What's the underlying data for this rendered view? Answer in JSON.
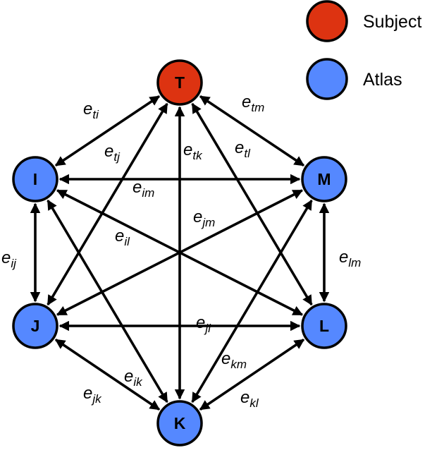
{
  "colors": {
    "subject": "#dd3311",
    "atlas": "#5588ff"
  },
  "legend": [
    {
      "kind": "subject",
      "label": "Subject"
    },
    {
      "kind": "atlas",
      "label": "Atlas"
    }
  ],
  "nodes": [
    {
      "id": "T",
      "label": "T",
      "kind": "subject"
    },
    {
      "id": "I",
      "label": "I",
      "kind": "atlas"
    },
    {
      "id": "M",
      "label": "M",
      "kind": "atlas"
    },
    {
      "id": "J",
      "label": "J",
      "kind": "atlas"
    },
    {
      "id": "L",
      "label": "L",
      "kind": "atlas"
    },
    {
      "id": "K",
      "label": "K",
      "kind": "atlas"
    }
  ],
  "edges": [
    {
      "from": "T",
      "to": "I",
      "label": "e",
      "sub": "ti"
    },
    {
      "from": "T",
      "to": "M",
      "label": "e",
      "sub": "tm"
    },
    {
      "from": "T",
      "to": "J",
      "label": "e",
      "sub": "tj"
    },
    {
      "from": "T",
      "to": "K",
      "label": "e",
      "sub": "tk"
    },
    {
      "from": "T",
      "to": "L",
      "label": "e",
      "sub": "tl"
    },
    {
      "from": "I",
      "to": "M",
      "label": "e",
      "sub": "im"
    },
    {
      "from": "M",
      "to": "J",
      "label": "e",
      "sub": "jm"
    },
    {
      "from": "I",
      "to": "L",
      "label": "e",
      "sub": "il"
    },
    {
      "from": "I",
      "to": "J",
      "label": "e",
      "sub": "ij"
    },
    {
      "from": "M",
      "to": "L",
      "label": "e",
      "sub": "lm"
    },
    {
      "from": "J",
      "to": "L",
      "label": "e",
      "sub": "jl"
    },
    {
      "from": "I",
      "to": "K",
      "label": "e",
      "sub": "ik"
    },
    {
      "from": "M",
      "to": "K",
      "label": "e",
      "sub": "km"
    },
    {
      "from": "J",
      "to": "K",
      "label": "e",
      "sub": "jk"
    },
    {
      "from": "L",
      "to": "K",
      "label": "e",
      "sub": "kl"
    }
  ]
}
